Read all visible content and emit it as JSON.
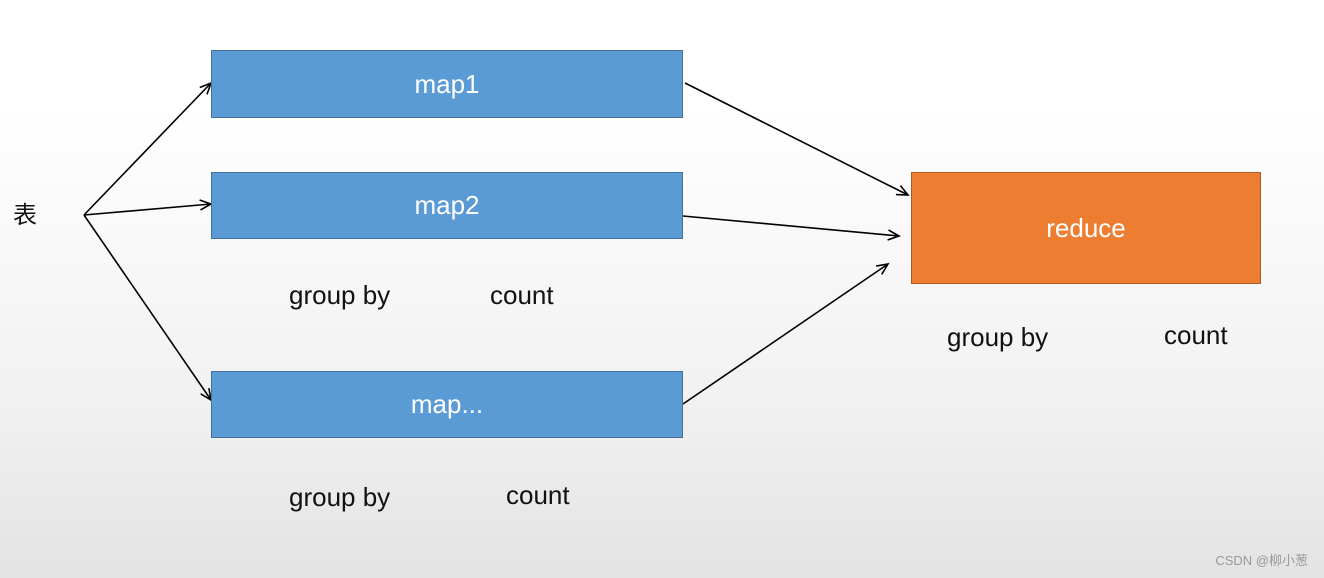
{
  "source": {
    "label": "表"
  },
  "maps": [
    {
      "label": "map1"
    },
    {
      "label": "map2"
    },
    {
      "label": "map..."
    }
  ],
  "reduce": {
    "label": "reduce"
  },
  "annotations": {
    "map2_group": "group by",
    "map2_count": "count",
    "map3_group": "group by",
    "map3_count": "count",
    "reduce_group": "group by",
    "reduce_count": "count"
  },
  "watermark": "CSDN @柳小葱",
  "colors": {
    "map_fill": "#5b9bd5",
    "reduce_fill": "#ed7d31",
    "edge": "#000000"
  }
}
